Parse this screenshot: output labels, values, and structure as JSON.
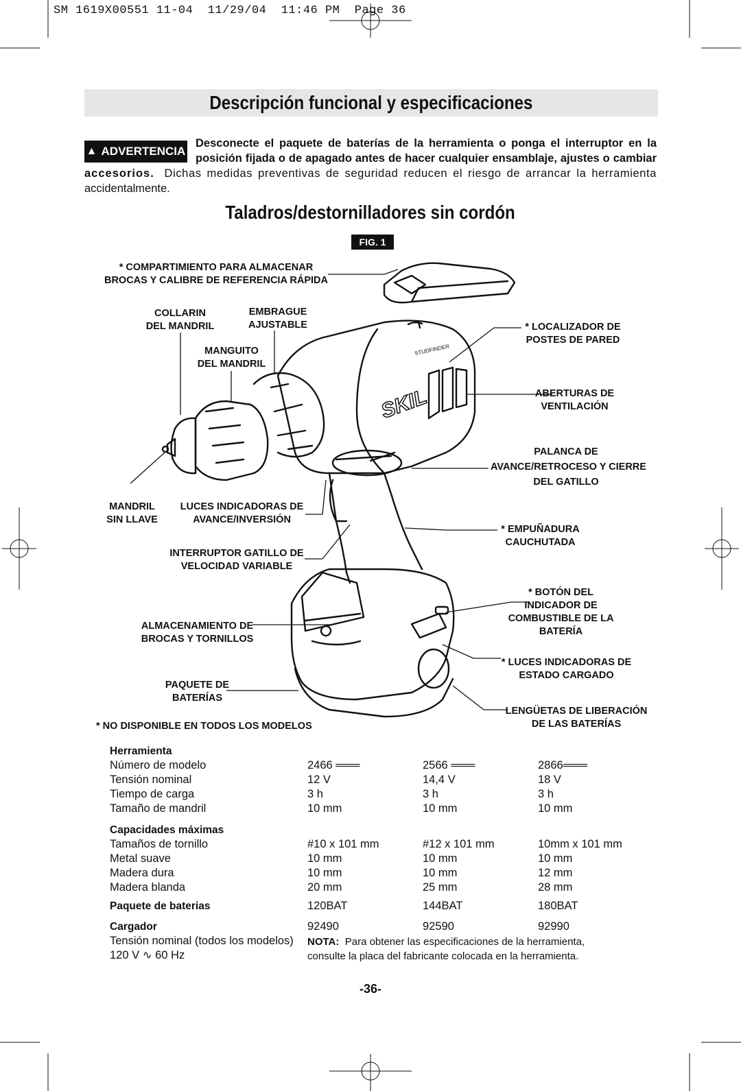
{
  "header": {
    "print_slug": "SM 1619X00551 11-04  11/29/04  11:46 PM  Page 36"
  },
  "section_title": "Descripción funcional y especificaciones",
  "warning": {
    "badge_label": "ADVERTENCIA",
    "bold_line1": "Desconecte el paquete de baterías de la herramienta o ponga el interruptor en la",
    "bold_line2": "posición fijada o de apagado antes de hacer cualquier ensamblaje, ajustes o cambiar",
    "line3_bold": "accesorios.",
    "line3_rest": "Dichas medidas preventivas de seguridad reducen el riesgo de arrancar la herramienta",
    "line4": "accidentalmente."
  },
  "subtitle": "Taladros/destornilladores sin cordón",
  "figure": {
    "badge": "FIG. 1",
    "brand": "SKIL",
    "studfinder": "STUDFINDER",
    "labels": {
      "storage_comp": "* COMPARTIMIENTO PARA ALMACENAR\nBROCAS Y CALIBRE DE REFERENCIA RÁPIDA",
      "collar": "COLLARIN\nDEL MANDRIL",
      "clutch": "EMBRAGUE\nAJUSTABLE",
      "sleeve": "MANGUITO\nDEL MANDRIL",
      "stud_locator": "* LOCALIZADOR DE\nPOSTES DE PARED",
      "vents": "ABERTURAS DE\nVENTILACIÓN",
      "lever": "PALANCA DE\nAVANCE/RETROCESO Y CIERRE\nDEL GATILLO",
      "keyless": "MANDRIL\nSIN LLAVE",
      "fwd_lights": "LUCES INDICADORAS DE\nAVANCE/INVERSIÓN",
      "grip": "* EMPUÑADURA\nCAUCHUTADA",
      "trigger": "INTERRUPTOR GATILLO DE\nVELOCIDAD VARIABLE",
      "fuel_button": "* BOTÓN DEL\nINDICADOR DE\nCOMBUSTIBLE DE LA\nBATERÍA",
      "bit_storage": "ALMACENAMIENTO DE\nBROCAS Y TORNILLOS",
      "charge_lights": "* LUCES INDICADORAS DE\nESTADO CARGADO",
      "battery_pack": "PAQUETE DE\nBATERÍAS",
      "release": "LENGÜETAS DE LIBERACIÓN\nDE LAS BATERÍAS",
      "not_all": "* NO DISPONIBLE EN TODOS LOS MODELOS"
    }
  },
  "specs": {
    "tool_header": "Herramienta",
    "rows_tool": [
      {
        "label": "Número de modelo",
        "v": [
          "2466 ═══",
          "2566 ═══",
          "2866═══"
        ]
      },
      {
        "label": "Tensión nominal",
        "v": [
          "12 V",
          "14,4 V",
          "18 V"
        ]
      },
      {
        "label": "Tiempo de carga",
        "v": [
          "3 h",
          "3 h",
          "3 h"
        ]
      },
      {
        "label": "Tamaño de mandril",
        "v": [
          "10 mm",
          "10 mm",
          "10 mm"
        ]
      }
    ],
    "cap_header": "Capacidades máximas",
    "rows_cap": [
      {
        "label": "Tamaños de tornillo",
        "v": [
          "#10 x 101 mm",
          "#12 x 101 mm",
          "10mm x 101 mm"
        ]
      },
      {
        "label": "Metal suave",
        "v": [
          "10 mm",
          "10 mm",
          "10 mm"
        ]
      },
      {
        "label": "Madera dura",
        "v": [
          "10 mm",
          "10 mm",
          "12 mm"
        ]
      },
      {
        "label": "Madera blanda",
        "v": [
          "20 mm",
          "25 mm",
          "28 mm"
        ]
      }
    ],
    "battery": {
      "label": "Paquete de baterias",
      "v": [
        "120BAT",
        "144BAT",
        "180BAT"
      ]
    },
    "charger": {
      "label": "Cargador",
      "v": [
        "92490",
        "92590",
        "92990"
      ]
    },
    "charger_voltage_label": "Tensión nominal (todos los modelos)",
    "charger_voltage_value": "120 V ∿ 60 Hz",
    "note_bold": "NOTA:",
    "note_line1": "Para obtener las especificaciones de la herramienta,",
    "note_line2": "consulte la placa del fabricante colocada en la herramienta."
  },
  "page_number": "-36-"
}
